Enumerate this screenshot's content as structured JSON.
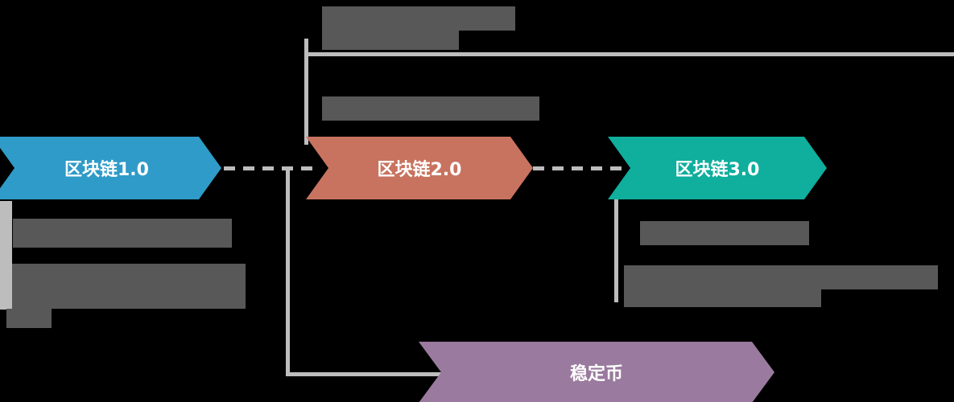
{
  "nodes": [
    {
      "label": "区块链1.0",
      "color": "#2f9bc8"
    },
    {
      "label": "区块链2.0",
      "color": "#c8735f"
    },
    {
      "label": "区块链3.0",
      "color": "#0fae9d"
    },
    {
      "label": "稳定币",
      "color": "#9a7a9e"
    }
  ]
}
